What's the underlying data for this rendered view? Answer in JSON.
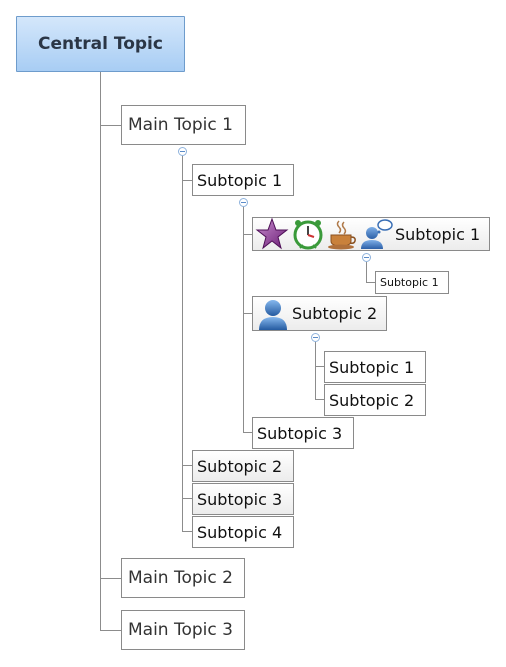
{
  "map": {
    "central": "Central Topic",
    "main1": "Main Topic 1",
    "main2": "Main Topic 2",
    "main3": "Main Topic 3",
    "m1_sub1": "Subtopic 1",
    "m1_sub2": "Subtopic 2",
    "m1_sub3": "Subtopic 3",
    "m1_sub4": "Subtopic 4",
    "s1_sub1": "Subtopic 1",
    "s1_sub2": "Subtopic 2",
    "s1_sub3": "Subtopic 3",
    "s1s1_sub1": "Subtopic 1",
    "s1s2_sub1": "Subtopic 1",
    "s1s2_sub2": "Subtopic 2"
  },
  "icons": {
    "s1_sub1": [
      "star-icon",
      "alarm-clock-icon",
      "coffee-cup-icon",
      "person-thinking-icon"
    ],
    "s1_sub2": [
      "person-icon"
    ]
  },
  "colors": {
    "central_fill_top": "#d4e7fb",
    "central_fill_bottom": "#a8cdf4",
    "central_border": "#6e9ccc",
    "connector": "#8c8c8c",
    "node_border": "#8a8a8a"
  }
}
